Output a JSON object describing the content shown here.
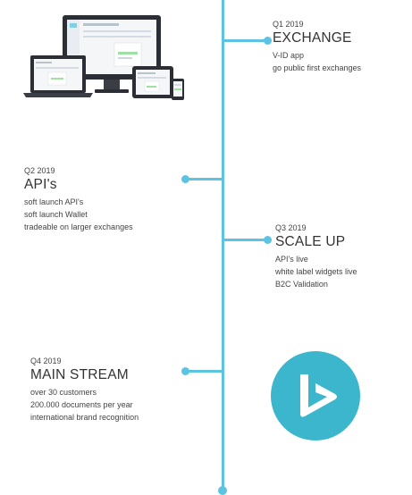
{
  "colors": {
    "accent": "#5cc4e2",
    "logo_bg": "#3bb6cc",
    "text": "#333333"
  },
  "illustration": {
    "icon": "devices-mockup-icon"
  },
  "logo": {
    "icon": "play-logo-icon"
  },
  "milestones": [
    {
      "quarter": "Q1 2019",
      "title": "EXCHANGE",
      "lines": [
        "V-ID app",
        "go public first exchanges"
      ]
    },
    {
      "quarter": "Q2 2019",
      "title": "API's",
      "lines": [
        "soft launch API's",
        "soft launch Wallet",
        "tradeable on larger exchanges"
      ]
    },
    {
      "quarter": "Q3 2019",
      "title": "SCALE UP",
      "lines": [
        "API's live",
        "white label widgets live",
        "B2C Validation"
      ]
    },
    {
      "quarter": "Q4 2019",
      "title": "MAIN STREAM",
      "lines": [
        "over 30 customers",
        "200.000 documents per year",
        "international brand recognition"
      ]
    }
  ]
}
